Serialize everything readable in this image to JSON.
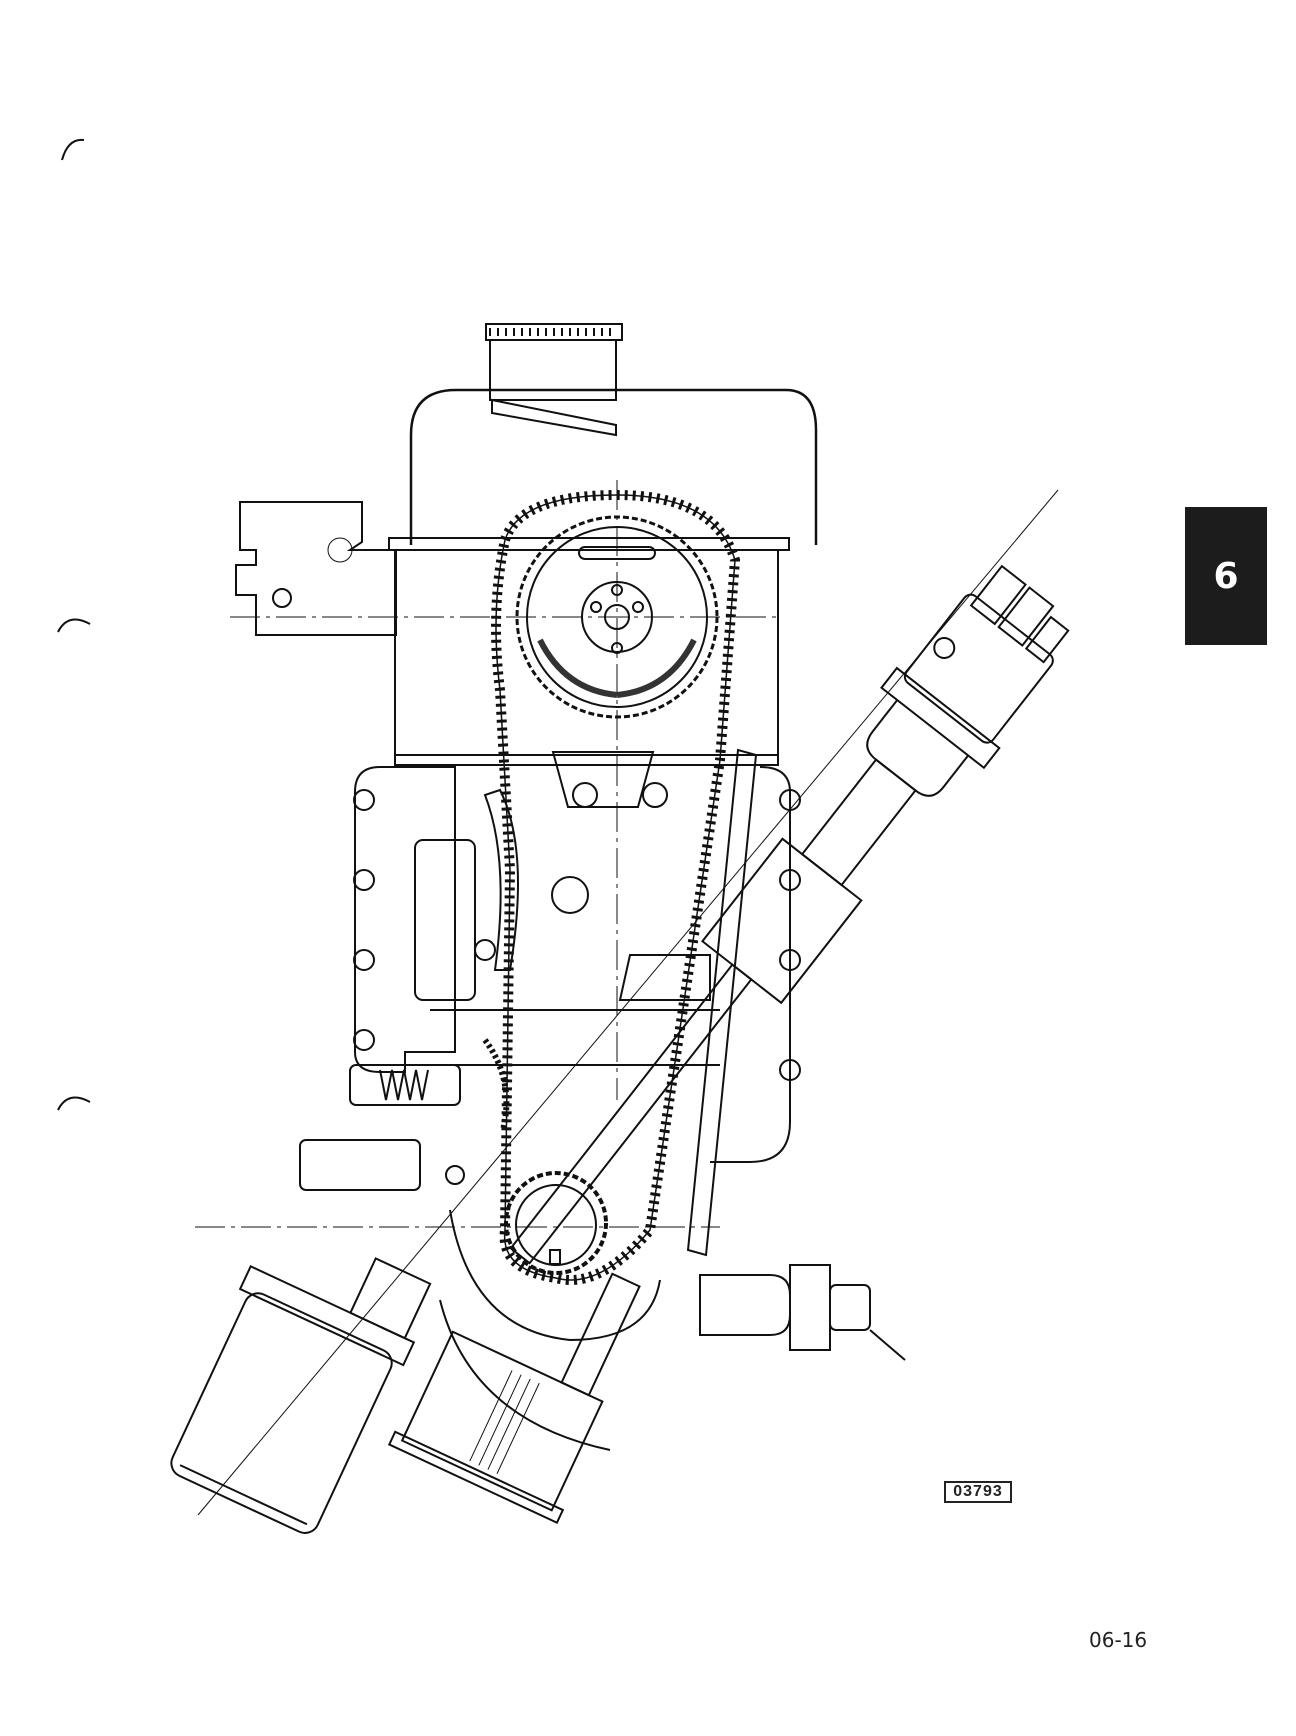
{
  "section_tab": "6",
  "figure_number": "03793",
  "page_number": "06-16"
}
